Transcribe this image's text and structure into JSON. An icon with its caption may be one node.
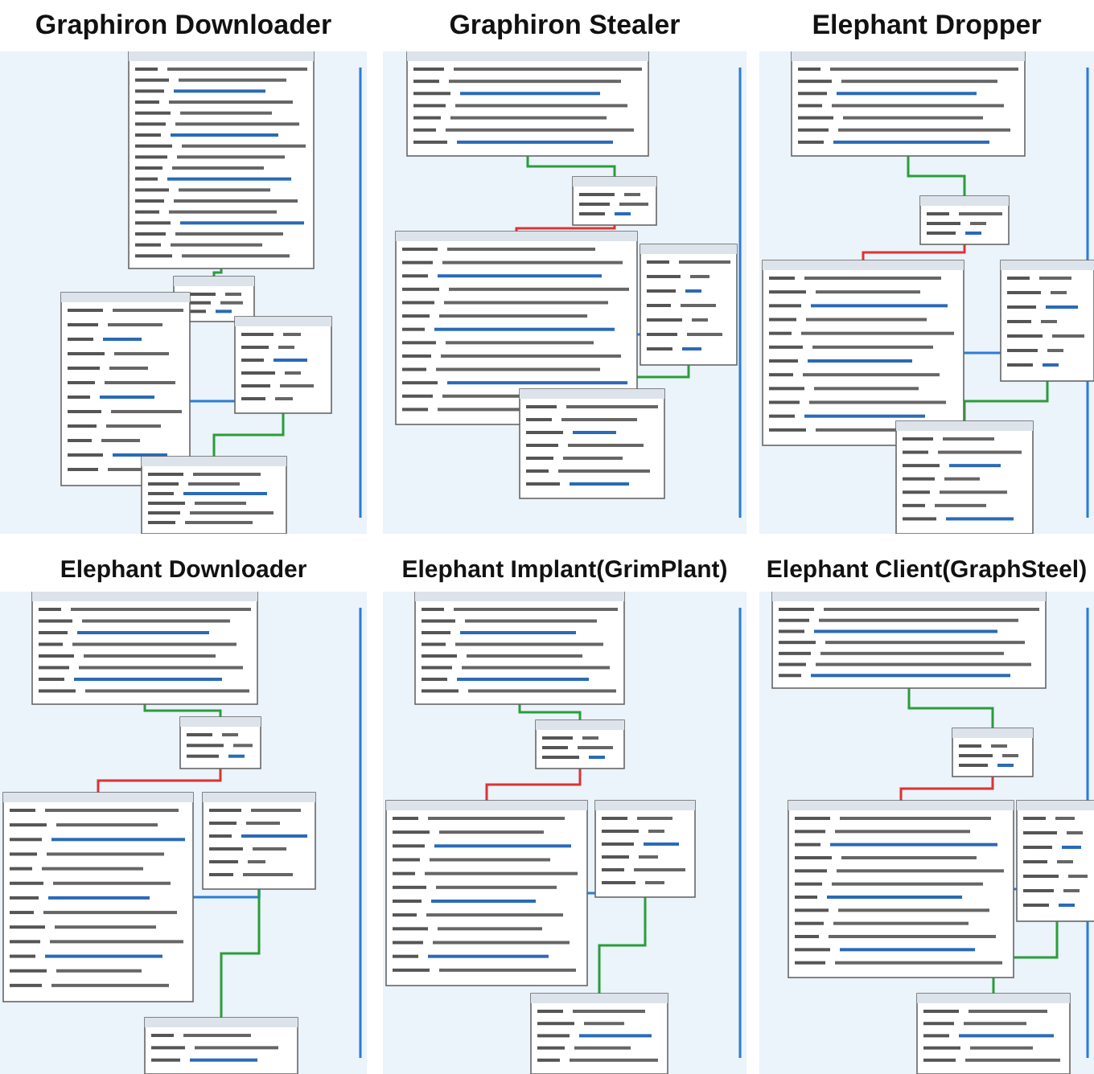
{
  "diagram": {
    "labels": [
      "Graphiron Downloader",
      "Graphiron Stealer",
      "Elephant Dropper",
      "Elephant Downloader",
      "Elephant Implant(GrimPlant)",
      "Elephant Client(GraphSteel)"
    ]
  }
}
